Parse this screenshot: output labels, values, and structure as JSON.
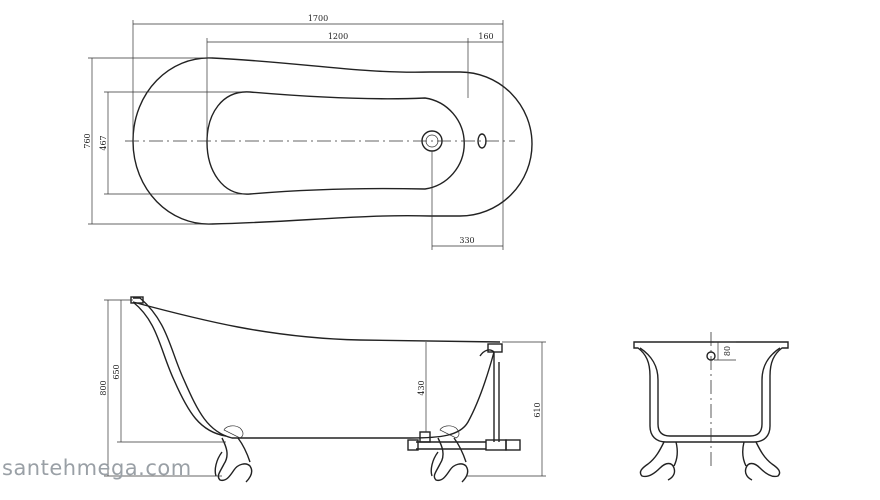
{
  "watermark": "santehmega.com",
  "top_view": {
    "dims": {
      "overall_length": "1700",
      "inner_length": "1200",
      "end_offset": "160",
      "overall_width": "760",
      "inner_width": "467",
      "drain_offset": "330"
    }
  },
  "side_view": {
    "dims": {
      "height": "800",
      "inner_height": "650",
      "drain_height": "430",
      "tap_height": "610"
    }
  },
  "end_view": {
    "dims": {
      "rim_depth": "80"
    }
  }
}
